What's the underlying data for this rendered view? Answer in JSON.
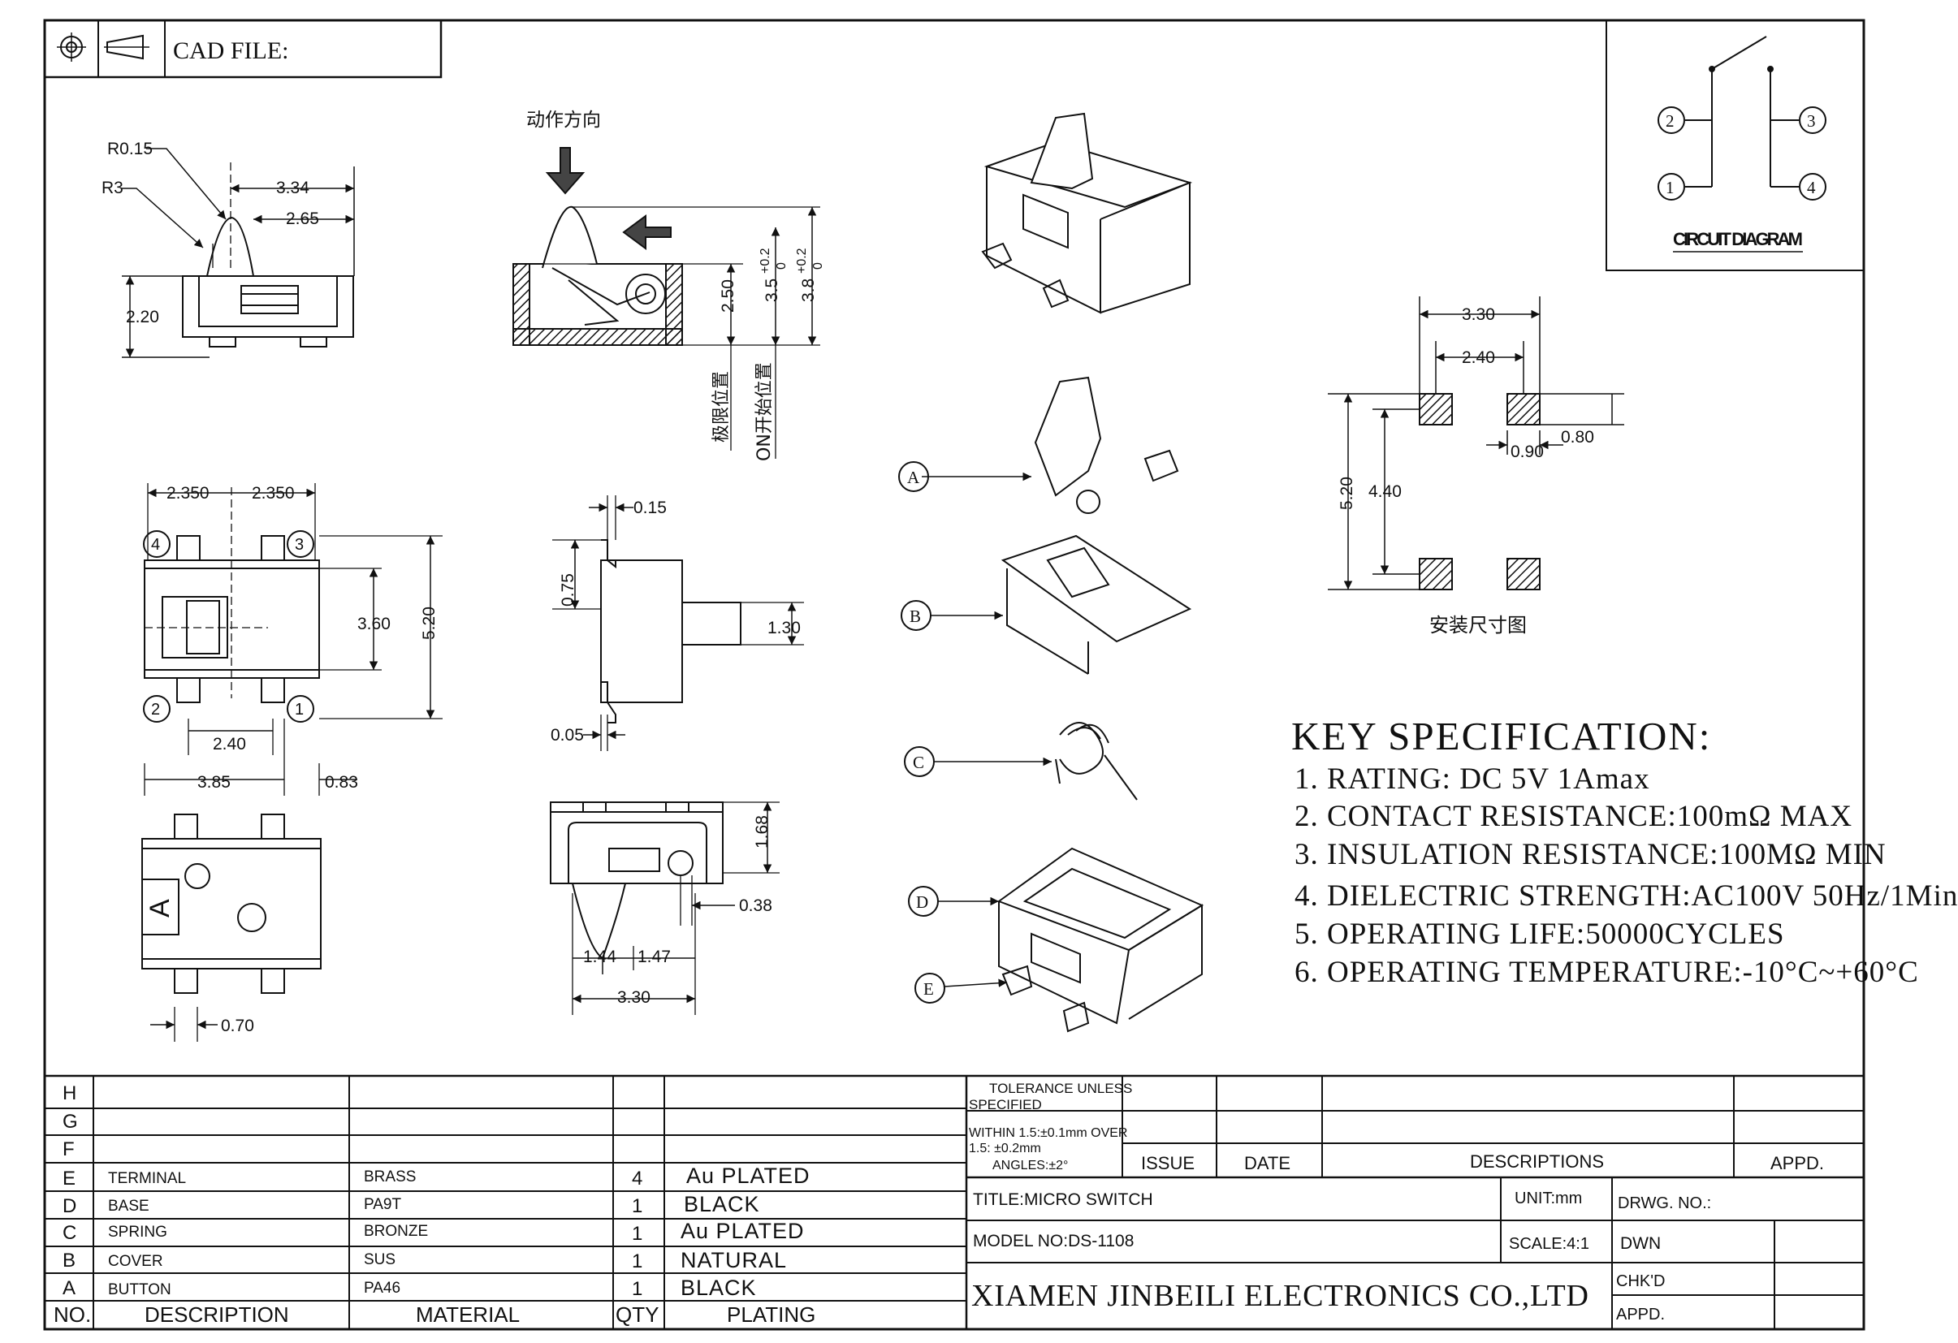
{
  "header": {
    "cad_file_label": "CAD FILE:"
  },
  "dimensions": {
    "top_view": {
      "r015": "R0.15",
      "r3": "R3",
      "d334": "3.34",
      "d265": "2.65",
      "d220": "2.20"
    },
    "action_view": {
      "direction_label": "动作方向",
      "d250": "2.50",
      "d35": "3.5",
      "d38": "3.8",
      "tol_plus": "+0.2",
      "tol_zero": "0",
      "limit_label": "极限位置",
      "on_start_label": "ON开始位置"
    },
    "plan_view": {
      "d2350a": "2.350",
      "d2350b": "2.350",
      "d360": "3.60",
      "d520": "5.20",
      "d240": "2.40",
      "d385": "3.85",
      "d083": "0.83",
      "pins": [
        "4",
        "3",
        "2",
        "1"
      ]
    },
    "side_view": {
      "d015": "0.15",
      "d075": "0.75",
      "d130": "1.30",
      "d005": "0.05"
    },
    "bottom_view": {
      "letter": "A",
      "d070": "0.70"
    },
    "front_view": {
      "d168": "1.68",
      "d038": "0.38",
      "d144": "1.44",
      "d147": "1.47",
      "d330": "3.30"
    },
    "footprint": {
      "d330": "3.30",
      "d240": "2.40",
      "d080": "0.80",
      "d090": "0.90",
      "d520": "5.20",
      "d440": "4.40",
      "caption": "安装尺寸图"
    },
    "exploded": {
      "labels": [
        "A",
        "B",
        "C",
        "D",
        "E"
      ]
    }
  },
  "circuit": {
    "title": "CIRCUIT DIAGRAM",
    "pins": [
      "2",
      "3",
      "1",
      "4"
    ]
  },
  "spec": {
    "title": "KEY SPECIFICATION:",
    "lines": [
      "1. RATING: DC 5V   1Amax",
      "2. CONTACT RESISTANCE:100mΩ MAX",
      "3. INSULATION RESISTANCE:100MΩ MIN",
      "4. DIELECTRIC STRENGTH:AC100V 50Hz/1Min",
      "5. OPERATING LIFE:50000CYCLES",
      "6. OPERATING TEMPERATURE:-10°C~+60°C"
    ]
  },
  "bom": {
    "rows": [
      {
        "no": "H",
        "desc": "",
        "mat": "",
        "qty": "",
        "plating": ""
      },
      {
        "no": "G",
        "desc": "",
        "mat": "",
        "qty": "",
        "plating": ""
      },
      {
        "no": "F",
        "desc": "",
        "mat": "",
        "qty": "",
        "plating": ""
      },
      {
        "no": "E",
        "desc": "TERMINAL",
        "mat": "BRASS",
        "qty": "4",
        "plating": "Au PLATED"
      },
      {
        "no": "D",
        "desc": "BASE",
        "mat": "PA9T",
        "qty": "1",
        "plating": "BLACK"
      },
      {
        "no": "C",
        "desc": "SPRING",
        "mat": "BRONZE",
        "qty": "1",
        "plating": "Au PLATED"
      },
      {
        "no": "B",
        "desc": "COVER",
        "mat": "SUS",
        "qty": "1",
        "plating": "NATURAL"
      },
      {
        "no": "A",
        "desc": "BUTTON",
        "mat": "PA46",
        "qty": "1",
        "plating": "BLACK"
      }
    ],
    "headers": {
      "no": "NO.",
      "desc": "DESCRIPTION",
      "mat": "MATERIAL",
      "qty": "QTY",
      "plating": "PLATING"
    }
  },
  "title_block": {
    "tolerance_1": "TOLERANCE UNLESS",
    "tolerance_2": "SPECIFIED",
    "within_1": "WITHIN 1.5:±0.1mm OVER",
    "within_2": "1.5: ±0.2mm",
    "angles": "ANGLES:±2°",
    "issue": "ISSUE",
    "date": "DATE",
    "descriptions": "DESCRIPTIONS",
    "appd": "APPD.",
    "title": "TITLE:MICRO SWITCH",
    "unit": "UNIT:mm",
    "drwg_no": "DRWG. NO.:",
    "model": "MODEL NO:DS-1108",
    "scale": "SCALE:4:1",
    "dwn": "DWN",
    "company": "XIAMEN JINBEILI ELECTRONICS CO.,LTD",
    "chkd": "CHK'D",
    "appd2": "APPD."
  }
}
